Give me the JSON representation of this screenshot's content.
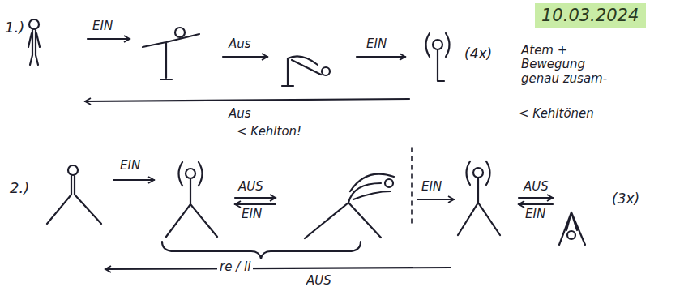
{
  "diagram": {
    "nodes": [
      {
        "text": [
          "10.03.2024"
        ]
      }
    ],
    "labels": [
      "1.)",
      "EIN",
      "Aus",
      "EIN",
      "(4x)",
      "Atem + Bewegung genau zusam-",
      "< Kehltönen",
      "Aus",
      "< Kehlton!",
      "2.)",
      "EIN",
      "AUS",
      "EIN",
      "EIN",
      "AUS",
      "EIN",
      "(3x)",
      "re / li",
      "AUS"
    ]
  }
}
